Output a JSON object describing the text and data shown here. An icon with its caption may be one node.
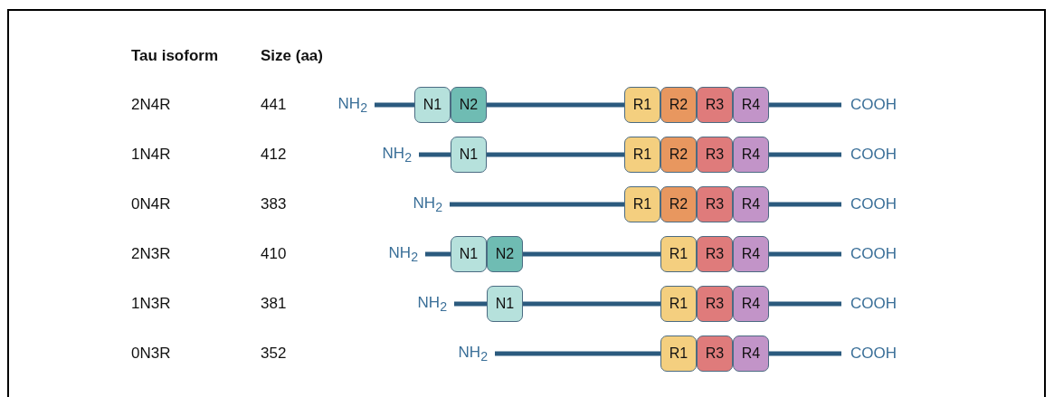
{
  "diagram": {
    "nodes": [
      {
        "text": [
          "NH$_{2}$"
        ]
      },
      {
        "text": [
          "N1"
        ]
      },
      {
        "text": [
          "N2"
        ]
      },
      {
        "text": [
          "R1"
        ]
      },
      {
        "text": [
          "R2"
        ]
      },
      {
        "text": [
          "R3"
        ]
      },
      {
        "text": [
          "R4"
        ]
      },
      {
        "text": [
          "COOH"
        ]
      },
      {
        "text": [
          "NH$_{2}$"
        ]
      },
      {
        "text": [
          "N1"
        ]
      },
      {
        "text": [
          "R1"
        ]
      },
      {
        "text": [
          "R2"
        ]
      },
      {
        "text": [
          "R3"
        ]
      },
      {
        "text": [
          "R4"
        ]
      },
      {
        "text": [
          "COOH"
        ]
      },
      {
        "text": [
          "NH$_{2}$"
        ]
      },
      {
        "text": [
          "R1"
        ]
      },
      {
        "text": [
          "R2"
        ]
      },
      {
        "text": [
          "R3"
        ]
      },
      {
        "text": [
          "R4"
        ]
      },
      {
        "text": [
          "COOH"
        ]
      },
      {
        "text": [
          "NH$_{2}$"
        ]
      },
      {
        "text": [
          "N1"
        ]
      },
      {
        "text": [
          "N2"
        ]
      },
      {
        "text": [
          "R1"
        ]
      },
      {
        "text": [
          "R3"
        ]
      },
      {
        "text": [
          "R4"
        ]
      },
      {
        "text": [
          "COOH"
        ]
      },
      {
        "text": [
          "NH$_{2}$"
        ]
      },
      {
        "text": [
          "N1"
        ]
      },
      {
        "text": [
          "R1"
        ]
      },
      {
        "text": [
          "R3"
        ]
      },
      {
        "text": [
          "R4"
        ]
      },
      {
        "text": [
          "COOH"
        ]
      },
      {
        "text": [
          "NH$_{2}$"
        ]
      },
      {
        "text": [
          "R1"
        ]
      },
      {
        "text": [
          "R3"
        ]
      },
      {
        "text": [
          "R4"
        ]
      },
      {
        "text": [
          "COOH"
        ]
      }
    ],
    "edges": [
      {
        "from": 0,
        "to": 1,
        "arrow": "none"
      },
      {
        "from": 2,
        "to": 3,
        "arrow": "none"
      },
      {
        "from": 6,
        "to": 7,
        "arrow": "none"
      },
      {
        "from": 8,
        "to": 9,
        "arrow": "none"
      },
      {
        "from": 9,
        "to": 10,
        "arrow": "none"
      },
      {
        "from": 13,
        "to": 14,
        "arrow": "none"
      },
      {
        "from": 15,
        "to": 16,
        "arrow": "none"
      },
      {
        "from": 19,
        "to": 20,
        "arrow": "none"
      },
      {
        "from": 21,
        "to": 22,
        "arrow": "none"
      },
      {
        "from": 23,
        "to": 24,
        "arrow": "none"
      },
      {
        "from": 26,
        "to": 27,
        "arrow": "none"
      },
      {
        "from": 28,
        "to": 29,
        "arrow": "none"
      },
      {
        "from": 29,
        "to": 30,
        "arrow": "none"
      },
      {
        "from": 32,
        "to": 33,
        "arrow": "none"
      },
      {
        "from": 34,
        "to": 35,
        "arrow": "none"
      },
      {
        "from": 37,
        "to": 38,
        "arrow": "none"
      }
    ],
    "labels": [
      "Tau isoform",
      "Size (aa)",
      "2N4R",
      "441",
      "1N4R",
      "412",
      "0N4R",
      "383",
      "2N3R",
      "410",
      "1N3R",
      "381",
      "0N3R",
      "352"
    ]
  }
}
